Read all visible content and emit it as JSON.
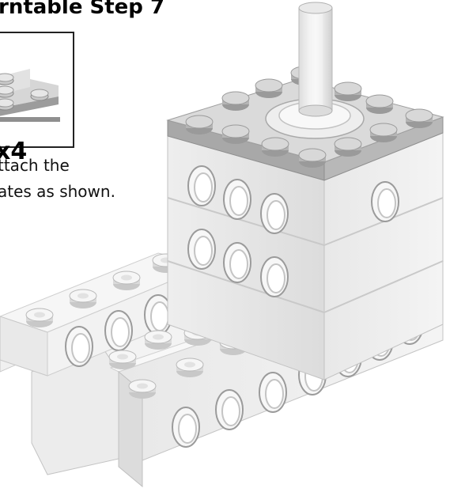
{
  "page": {
    "title": "rntable Step 7",
    "parts_callout": {
      "part_icon": "lego-plate-icon",
      "quantity": "x4"
    },
    "instruction_lines": [
      "ttach the",
      "ates as shown."
    ],
    "model_image": "lego-turntable-assembly-icon"
  }
}
